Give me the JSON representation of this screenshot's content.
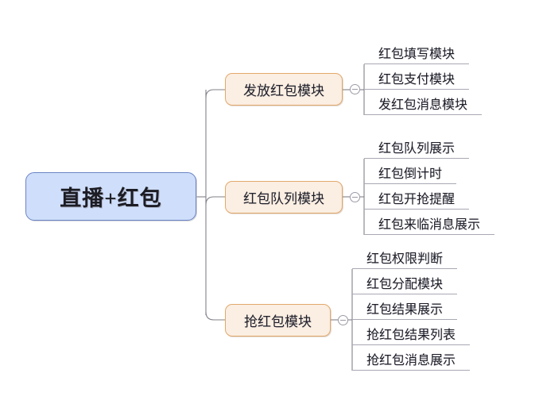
{
  "diagram": {
    "type": "mind-map",
    "orientation": "left-to-right",
    "root": {
      "label": "直播+红包",
      "fill": "#cfdefa",
      "border": "#6b84c4"
    },
    "branch_style": {
      "fill": "#fbeee2",
      "border": "#e2a96c"
    },
    "leaf_style": {
      "underline": "#a8a8b4",
      "text": "#1d1d28"
    },
    "edge_color": "#808089",
    "branches": [
      {
        "label": "发放红包模块",
        "toggle": "collapse-toggle",
        "leaves": [
          "红包填写模块",
          "红包支付模块",
          "发红包消息模块"
        ]
      },
      {
        "label": "红包队列模块",
        "toggle": "collapse-toggle",
        "leaves": [
          "红包队列展示",
          "红包倒计时",
          "红包开抢提醒",
          "红包来临消息展示"
        ]
      },
      {
        "label": "抢红包模块",
        "toggle": "collapse-toggle",
        "leaves": [
          "红包权限判断",
          "红包分配模块",
          "红包结果展示",
          "抢红包结果列表",
          "抢红包消息展示"
        ]
      }
    ]
  }
}
